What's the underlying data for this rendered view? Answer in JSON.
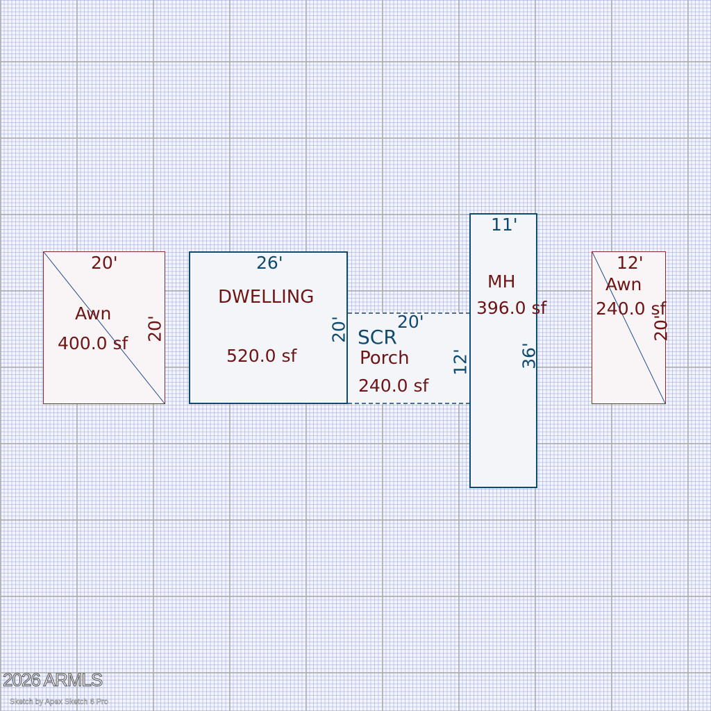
{
  "left_awning": {
    "width_label": "20'",
    "depth_label": "20'",
    "name": "Awn",
    "area": "400.0 sf"
  },
  "dwelling": {
    "width_label": "26'",
    "depth_label": "20'",
    "name": "DWELLING",
    "area": "520.0 sf"
  },
  "screen_porch": {
    "width_label": "20'",
    "depth_label": "12'",
    "name_line1": "SCR",
    "name_line2": "Porch",
    "area": "240.0 sf"
  },
  "mobile_home": {
    "width_label": "11'",
    "depth_label": "36'",
    "name": "MH",
    "area": "396.0 sf"
  },
  "right_awning": {
    "width_label": "12'",
    "depth_label": "20'",
    "name": "Awn",
    "area": "240.0 sf"
  },
  "watermark": {
    "copyright": "2026 ARMLS",
    "credit": "Sketch by Apex Sketch 6 Pro"
  },
  "colors": {
    "label_maroon": "#6e1414",
    "outline_blue": "#0e4a6e",
    "awning_border": "#8a2a2a"
  }
}
